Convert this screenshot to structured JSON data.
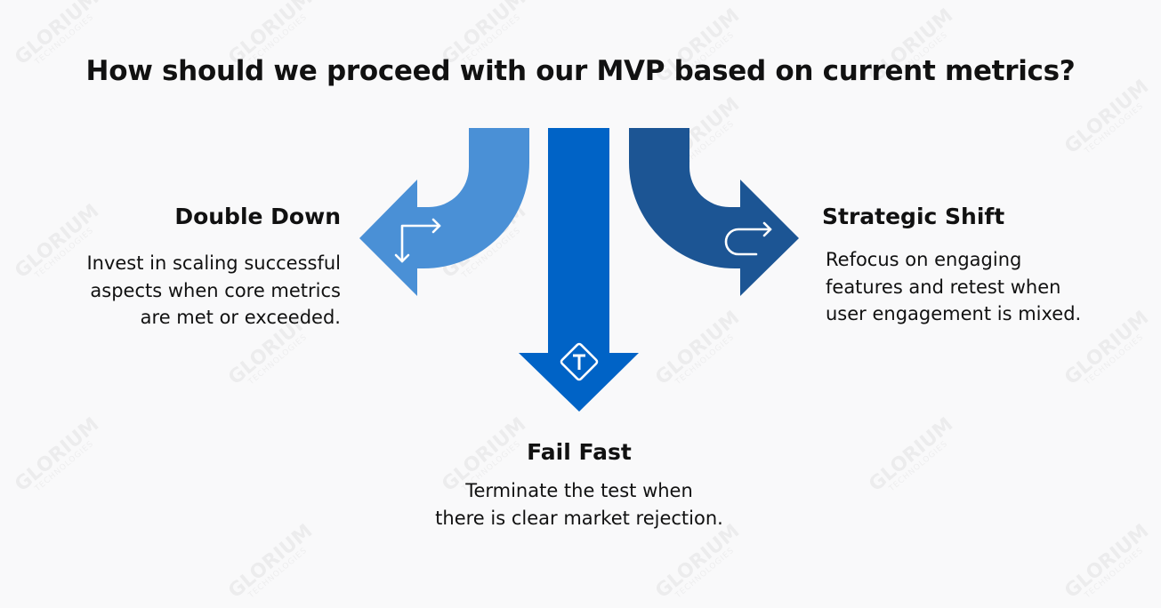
{
  "title": "How should we proceed with our MVP based on current metrics?",
  "watermark": {
    "line1": "GLORIUM",
    "line2": "TECHNOLOGIES"
  },
  "options": [
    {
      "heading": "Double Down",
      "lines": [
        "Invest in scaling successful",
        "aspects when core metrics",
        "are met or exceeded."
      ],
      "color": "#4a90d6",
      "icon": "turn-right-down-arrows-icon"
    },
    {
      "heading": "Fail Fast",
      "lines": [
        "Terminate the test when",
        "there is clear market rejection."
      ],
      "color": "#0063c6",
      "icon": "t-diamond-sign-icon"
    },
    {
      "heading": "Strategic Shift",
      "lines": [
        "Refocus on engaging",
        "features and retest when",
        "user engagement is mixed."
      ],
      "color": "#1c5594",
      "icon": "u-turn-arrow-icon"
    }
  ]
}
